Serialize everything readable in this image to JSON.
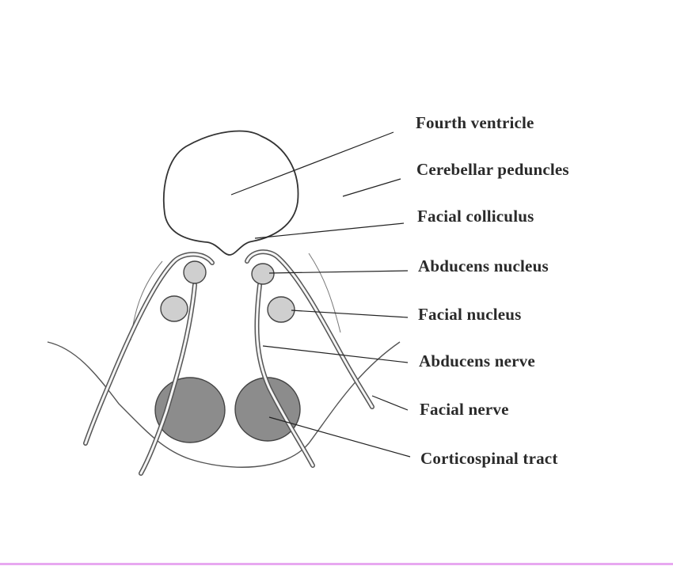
{
  "diagram": {
    "labels": [
      {
        "id": "fourth-ventricle",
        "text": "Fourth ventricle"
      },
      {
        "id": "cerebellar-peduncles",
        "text": "Cerebellar peduncles"
      },
      {
        "id": "facial-colliculus",
        "text": "Facial colliculus"
      },
      {
        "id": "abducens-nucleus",
        "text": "Abducens nucleus"
      },
      {
        "id": "facial-nucleus",
        "text": "Facial nucleus"
      },
      {
        "id": "abducens-nerve",
        "text": "Abducens nerve"
      },
      {
        "id": "facial-nerve",
        "text": "Facial nerve"
      },
      {
        "id": "corticospinal-tract",
        "text": "Corticospinal tract"
      }
    ]
  },
  "colors": {
    "ink": "#2a2a2a",
    "nucleus_fill": "#cfcfcf",
    "tract_fill": "#8c8c8c",
    "bottom_rule": "#e8a8f0"
  }
}
